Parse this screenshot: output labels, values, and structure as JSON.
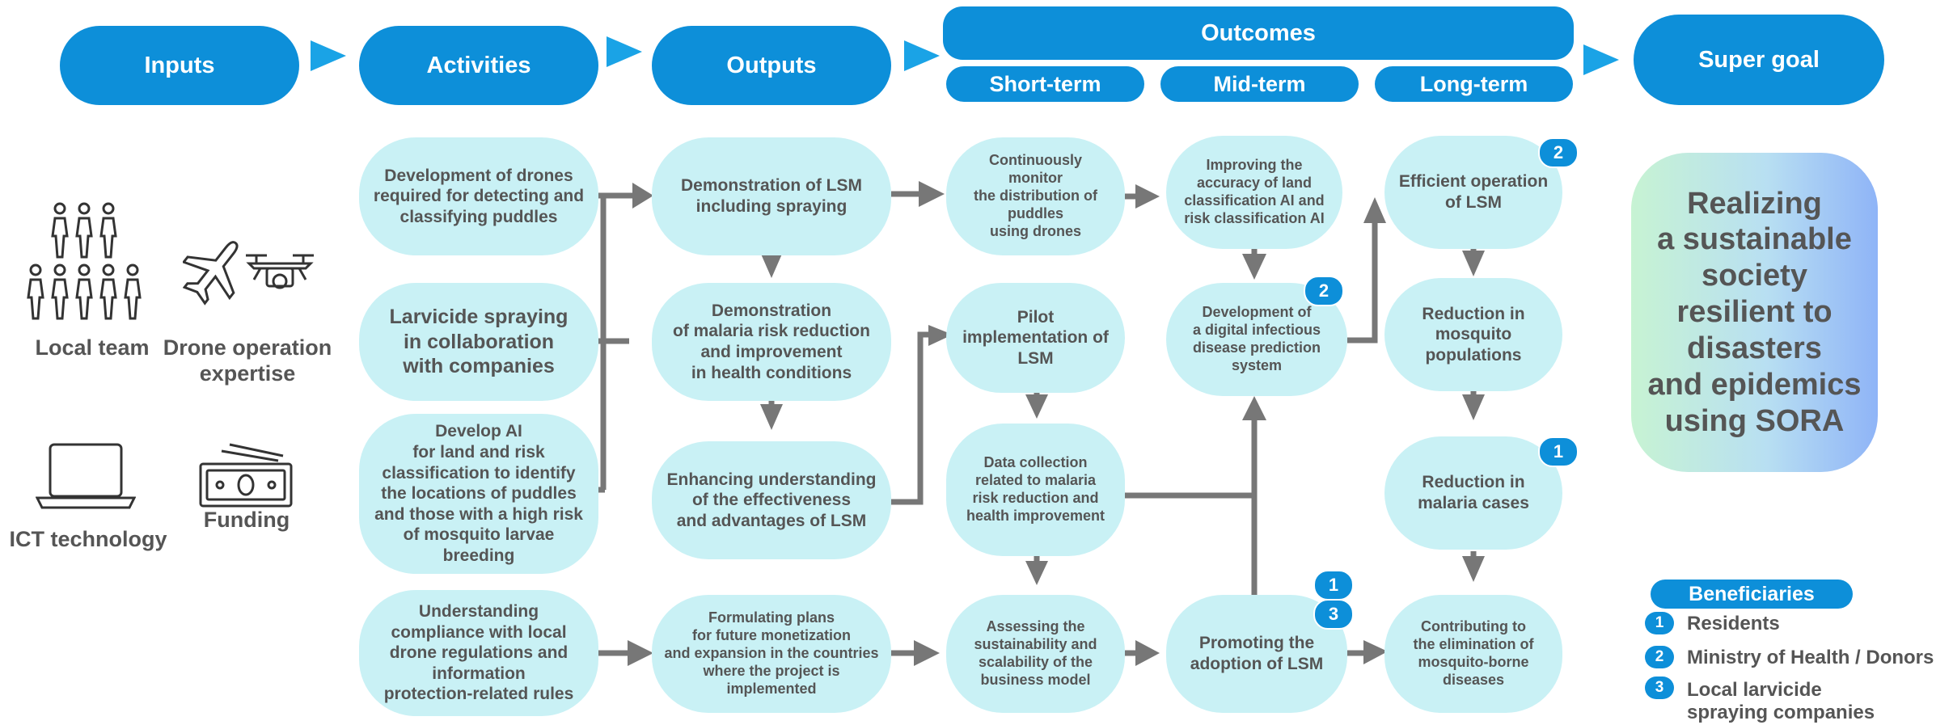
{
  "headers": {
    "inputs": "Inputs",
    "activities": "Activities",
    "outputs": "Outputs",
    "outcomes": "Outcomes",
    "short_term": "Short-term",
    "mid_term": "Mid-term",
    "long_term": "Long-term",
    "super_goal": "Super goal"
  },
  "inputs": {
    "local_team": "Local team",
    "drone_expertise": "Drone operation\nexpertise",
    "ict": "ICT technology",
    "funding": "Funding"
  },
  "activities": {
    "a1": "Development of drones\nrequired for detecting and\nclassifying puddles",
    "a2": "Larvicide spraying\nin collaboration\nwith companies",
    "a3": "Develop AI\nfor land and risk\nclassification to identify\nthe locations of puddles\nand those with a high risk\nof mosquito larvae\nbreeding",
    "a4": "Understanding\ncompliance with local\ndrone regulations and\ninformation\nprotection-related rules"
  },
  "outputs": {
    "o1": "Demonstration of LSM\nincluding spraying",
    "o2": "Demonstration\nof malaria risk reduction\nand improvement\nin health conditions",
    "o3": "Enhancing understanding\nof the effectiveness\nand advantages of LSM",
    "o4": "Formulating plans\nfor future monetization\nand expansion in the countries\nwhere the project is\nimplemented"
  },
  "short_term": {
    "s1": "Continuously\nmonitor\nthe distribution of\npuddles\nusing drones",
    "s2": "Pilot\nimplementation of\nLSM",
    "s3": "Data collection\nrelated to malaria\nrisk reduction and\nhealth improvement",
    "s4": "Assessing the\nsustainability and\nscalability of the\nbusiness model"
  },
  "mid_term": {
    "m1": "Improving the\naccuracy of land\nclassification AI and\nrisk classification AI",
    "m2": "Development of\na digital infectious\ndisease prediction\nsystem",
    "m3": "Promoting the\nadoption of LSM"
  },
  "long_term": {
    "l1": "Efficient operation\nof LSM",
    "l2": "Reduction in\nmosquito\npopulations",
    "l3": "Reduction in\nmalaria cases",
    "l4": "Contributing to\nthe elimination of\nmosquito-borne\ndiseases"
  },
  "super_goal_text": "Realizing\na sustainable\nsociety\nresilient to\ndisasters\nand epidemics\nusing SORA",
  "badges": {
    "one": "1",
    "two": "2",
    "three": "3"
  },
  "legend": {
    "title": "Beneficiaries",
    "items": [
      {
        "num": "1",
        "label": "Residents"
      },
      {
        "num": "2",
        "label": "Ministry of Health / Donors"
      },
      {
        "num": "3",
        "label": "Local larvicide\nspraying companies"
      }
    ]
  },
  "colors": {
    "header_blue": "#0d8fd9",
    "node_fill": "#c9f1f5",
    "arrow_gray": "#777777",
    "text_gray": "#555555"
  },
  "icons": [
    "people-icon",
    "airplane-icon",
    "drone-icon",
    "laptop-icon",
    "money-icon"
  ]
}
